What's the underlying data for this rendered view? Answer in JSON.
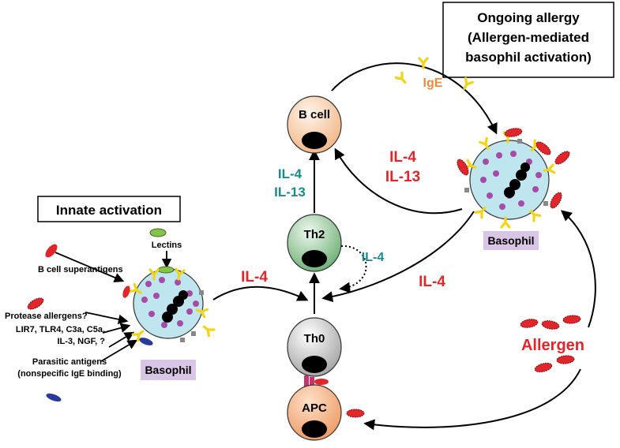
{
  "colors": {
    "red": "#e0252b",
    "teal": "#1a8a8a",
    "orange": "#f08a3c",
    "yellow": "#f2d414",
    "cell_membrane": "#bfe6ef",
    "granule": "#a64ca6",
    "lectin": "#86c24a",
    "parasite": "#2a3a9a",
    "basophil_label_bg": "#d9c6e6"
  },
  "boxes": {
    "ongoing_line1": "Ongoing allergy",
    "ongoing_line2": "(Allergen-mediated",
    "ongoing_line3": "basophil activation)",
    "innate": "Innate activation"
  },
  "cells": {
    "b_cell": "B cell",
    "th2": "Th2",
    "th0": "Th0",
    "apc": "APC",
    "basophil_left": "Basophil",
    "basophil_right": "Basophil"
  },
  "cytokines": {
    "il4_il13_red_1": "IL-4",
    "il4_il13_red_2": "IL-13",
    "il4_il13_teal_1": "IL-4",
    "il4_il13_teal_2": "IL-13",
    "il4_loop": "IL-4",
    "il4_center": "IL-4",
    "il4_right": "IL-4",
    "ige": "IgE"
  },
  "stimuli": {
    "lectins": "Lectins",
    "b_cell_superantigens": "B cell superantigens",
    "protease_allergens": "Protease allergens?",
    "receptors_line1": "LIR7, TLR4, C3a, C5a,",
    "receptors_line2": "IL-3, NGF, ?",
    "parasitic_line1": "Parasitic antigens",
    "parasitic_line2": "(nonspecific IgE binding)",
    "allergen": "Allergen"
  }
}
